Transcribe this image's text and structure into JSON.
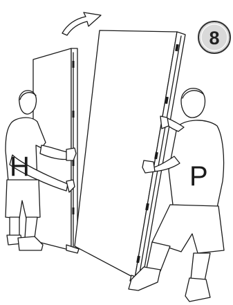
{
  "step": {
    "number": "8",
    "badge_fill": "#d9d9d9",
    "badge_stroke": "#333333"
  },
  "rotation_arrow": {
    "icon": "curved-arrow-icon",
    "direction": "clockwise"
  },
  "panels": [
    {
      "label": "back-panel"
    },
    {
      "label": "front-panel"
    }
  ],
  "people": [
    {
      "shirt_letter": "H",
      "role": "left-person"
    },
    {
      "shirt_letter": "P",
      "role": "right-person"
    }
  ]
}
